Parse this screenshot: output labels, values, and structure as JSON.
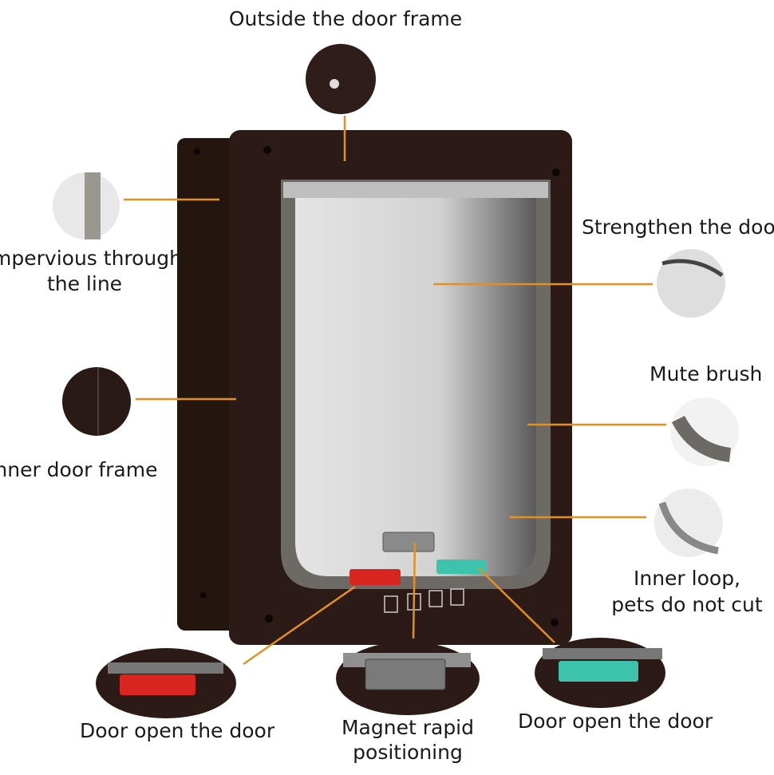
{
  "labels": {
    "outside_frame": "Outside the door frame",
    "impervious_1": "Impervious through",
    "impervious_2": "the line",
    "inner_frame": "Inner door frame",
    "strengthen": "Strengthen the door",
    "mute_brush": "Mute brush",
    "inner_loop_1": "Inner loop,",
    "inner_loop_2": "pets do not cut",
    "door_open_left": "Door open the door",
    "magnet_1": "Magnet rapid",
    "magnet_2": "positioning",
    "door_open_right": "Door open the door"
  },
  "colors": {
    "frame": "#2b1a16",
    "callout": "#e3901f",
    "lock_red": "#d8251f",
    "lock_teal": "#3cc2ad"
  }
}
